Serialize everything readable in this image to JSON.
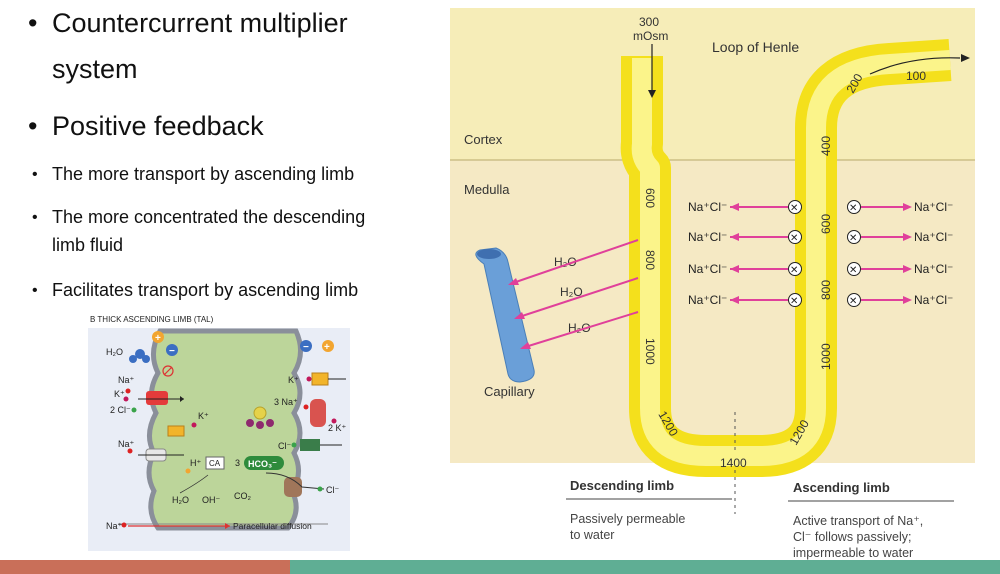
{
  "bullets": [
    {
      "text": "Countercurrent multiplier",
      "size": "large"
    },
    {
      "text": "system",
      "size": "large",
      "continuation": true
    },
    {
      "text": "Positive feedback",
      "size": "large"
    },
    {
      "text": "The more transport by ascending limb",
      "size": "small"
    },
    {
      "text": "The more concentrated the descending",
      "size": "small"
    },
    {
      "text": "limb fluid",
      "size": "small",
      "continuation": true
    },
    {
      "text": "Facilitates transport by ascending limb",
      "size": "small"
    }
  ],
  "bullet_symbol": "•",
  "tal_figure": {
    "title": "B  THICK ASCENDING LIMB (TAL)",
    "h2o": "H₂O",
    "na1": "Na⁺",
    "k1": "K⁺",
    "cl2": "2 Cl⁻",
    "k2": "K⁺",
    "na3": "Na⁺",
    "h": "H⁺",
    "ca": "CA",
    "hco3_count": "3",
    "hco3": "HCO₃⁻",
    "h2o_b": "H₂O",
    "oh": "OH⁻",
    "co2": "CO₂",
    "cl_out": "Cl⁻",
    "k_top": "K⁺",
    "na_3": "3 Na⁺",
    "k_2": "2 K⁺",
    "cl_mid": "Cl⁻",
    "na_para": "Na⁺",
    "paracellular": "Paracellular diffusion",
    "plus": "+",
    "minus": "−"
  },
  "loop_figure": {
    "top_label_a": "300",
    "top_label_b": "mOsm",
    "title": "Loop of Henle",
    "out_value": "100",
    "cortex": "Cortex",
    "medulla": "Medulla",
    "capillary": "Capillary",
    "water": [
      "H₂O",
      "H₂O",
      "H₂O"
    ],
    "nacl": "Na⁺Cl⁻",
    "descending_values": [
      "600",
      "800",
      "1000",
      "1200"
    ],
    "ascending_values": [
      "200",
      "400",
      "600",
      "800",
      "1000",
      "1200"
    ],
    "bottom_value": "1400",
    "descending_heading": "Descending limb",
    "descending_desc": [
      "Passively permeable",
      "to water"
    ],
    "ascending_heading": "Ascending limb",
    "ascending_desc": [
      "Active transport of Na⁺,",
      "Cl⁻ follows passively;",
      "impermeable to water"
    ],
    "colors": {
      "tube": "#f4e01c",
      "cortex": "#f6edb8",
      "medulla": "#f5e9c4",
      "capillary": "#6a9fd8",
      "arrow": "#e0409a"
    }
  },
  "footer_colors": [
    "#c96f59",
    "#5fae94"
  ]
}
